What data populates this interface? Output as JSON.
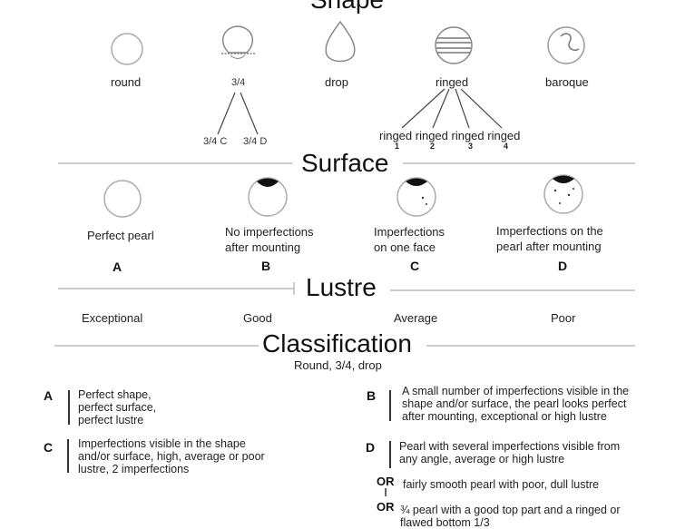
{
  "shape": {
    "heading": "Shape",
    "items": [
      {
        "label": "round"
      },
      {
        "label": "3/4"
      },
      {
        "label": "drop"
      },
      {
        "label": "ringed"
      },
      {
        "label": "baroque"
      }
    ],
    "sub34": [
      "3/4 C",
      "3/4 D"
    ],
    "ringed_sub": {
      "label": "ringed ringed ringed ringed",
      "numbers": [
        "1",
        "2",
        "3",
        "4"
      ]
    }
  },
  "surface": {
    "heading": "Surface",
    "items": [
      {
        "desc": "Perfect pearl",
        "grade": "A"
      },
      {
        "desc_line1": "No imperfections",
        "desc_line2": "after mounting",
        "grade": "B"
      },
      {
        "desc_line1": "Imperfections",
        "desc_line2": "on one face",
        "grade": "C"
      },
      {
        "desc_line1": "Imperfections on the",
        "desc_line2": "pearl after mounting",
        "grade": "D"
      }
    ]
  },
  "lustre": {
    "heading": "Lustre",
    "levels": [
      "Exceptional",
      "Good",
      "Average",
      "Poor"
    ]
  },
  "classification": {
    "heading": "Classification",
    "subtitle": "Round, 3/4, drop",
    "A": {
      "grade": "A",
      "lines": [
        "Perfect shape,",
        "perfect surface,",
        "perfect lustre"
      ]
    },
    "B": {
      "grade": "B",
      "lines": [
        "A small number of imperfections visible in the",
        "shape and/or surface, the pearl looks perfect",
        "after mounting, exceptional or high lustre"
      ]
    },
    "C": {
      "grade": "C",
      "lines": [
        "Imperfections visible in the shape",
        "and/or surface, high, average or poor",
        "lustre, 2 imperfections"
      ]
    },
    "D": {
      "grade": "D",
      "lines": [
        "Pearl with several imperfections visible from",
        "any angle, average or high lustre"
      ]
    },
    "or_label": "OR",
    "or1": "fairly smooth pearl with poor, dull lustre",
    "or2_lines": [
      "¾ pearl with a good top part and a ringed or",
      "flawed bottom 1/3"
    ]
  }
}
